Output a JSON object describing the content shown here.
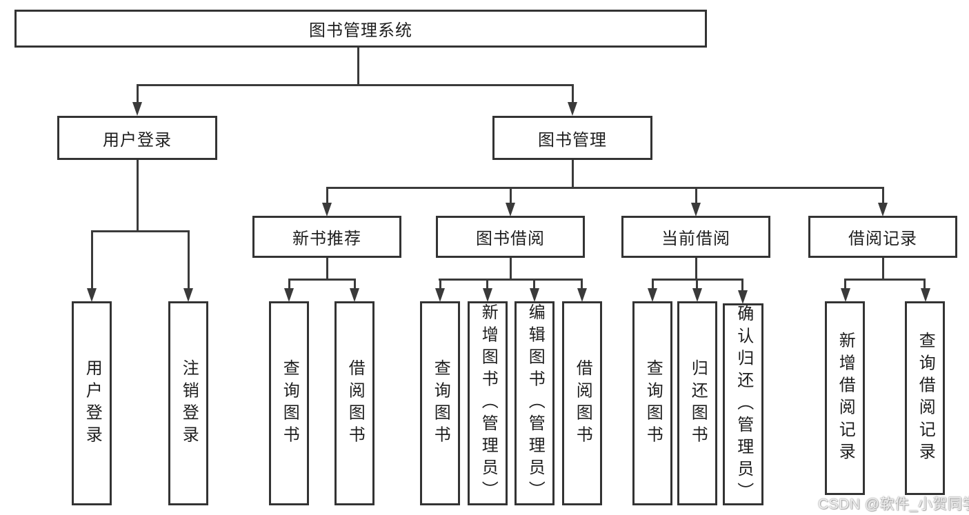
{
  "diagram": {
    "root": {
      "label": "图书管理系统"
    },
    "branches": [
      {
        "label": "用户登录",
        "children": [
          {
            "label": "用户登录"
          },
          {
            "label": "注销登录"
          }
        ]
      },
      {
        "label": "图书管理",
        "children": [
          {
            "label": "新书推荐",
            "children": [
              {
                "label": "查询图书"
              },
              {
                "label": "借阅图书"
              }
            ]
          },
          {
            "label": "图书借阅",
            "children": [
              {
                "label": "查询图书"
              },
              {
                "label": "新增图书（管理员）"
              },
              {
                "label": "编辑图书（管理员）"
              },
              {
                "label": "借阅图书"
              }
            ]
          },
          {
            "label": "当前借阅",
            "children": [
              {
                "label": "查询图书"
              },
              {
                "label": "归还图书"
              },
              {
                "label": "确认归还（管理员）"
              }
            ]
          },
          {
            "label": "借阅记录",
            "children": [
              {
                "label": "新增借阅记录"
              },
              {
                "label": "查询借阅记录"
              }
            ]
          }
        ]
      }
    ]
  },
  "watermark": {
    "text": "CSDN @软件_小贺同学"
  },
  "colors": {
    "line": "#3a3a3a",
    "border": "#333333",
    "text": "#1e1e1e",
    "background": "#ffffff",
    "watermark": "#f0f0f0"
  }
}
